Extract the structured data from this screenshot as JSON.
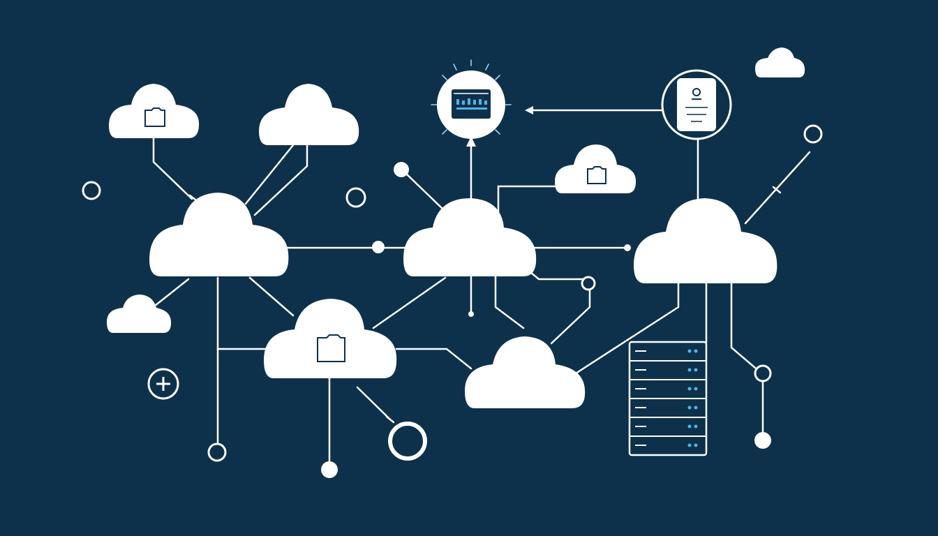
{
  "diagram": {
    "kind": "cloud-network",
    "title": "",
    "colors": {
      "background": "#0d314b",
      "foreground": "#ffffff",
      "accent": "#4fb6e8"
    },
    "nodes": [
      {
        "id": "cloud-main-left",
        "icon": "cloud-icon"
      },
      {
        "id": "cloud-main-center",
        "icon": "cloud-icon"
      },
      {
        "id": "cloud-main-right",
        "icon": "cloud-icon"
      },
      {
        "id": "cloud-folder-bottom",
        "icon": "cloud-folder-icon"
      },
      {
        "id": "cloud-bottom-center",
        "icon": "cloud-icon"
      },
      {
        "id": "cloud-top-left-folder",
        "icon": "cloud-folder-icon"
      },
      {
        "id": "cloud-top-center",
        "icon": "cloud-icon"
      },
      {
        "id": "cloud-small-folder",
        "icon": "cloud-folder-icon"
      },
      {
        "id": "cloud-small-left",
        "icon": "cloud-icon"
      },
      {
        "id": "cloud-small-top-right",
        "icon": "cloud-icon"
      },
      {
        "id": "monitor-node",
        "icon": "monitor-icon"
      },
      {
        "id": "user-profile-node",
        "icon": "user-document-icon"
      },
      {
        "id": "server-rack",
        "icon": "server-rack-icon",
        "units": 6
      },
      {
        "id": "add-node",
        "icon": "plus-circle-icon"
      }
    ]
  }
}
